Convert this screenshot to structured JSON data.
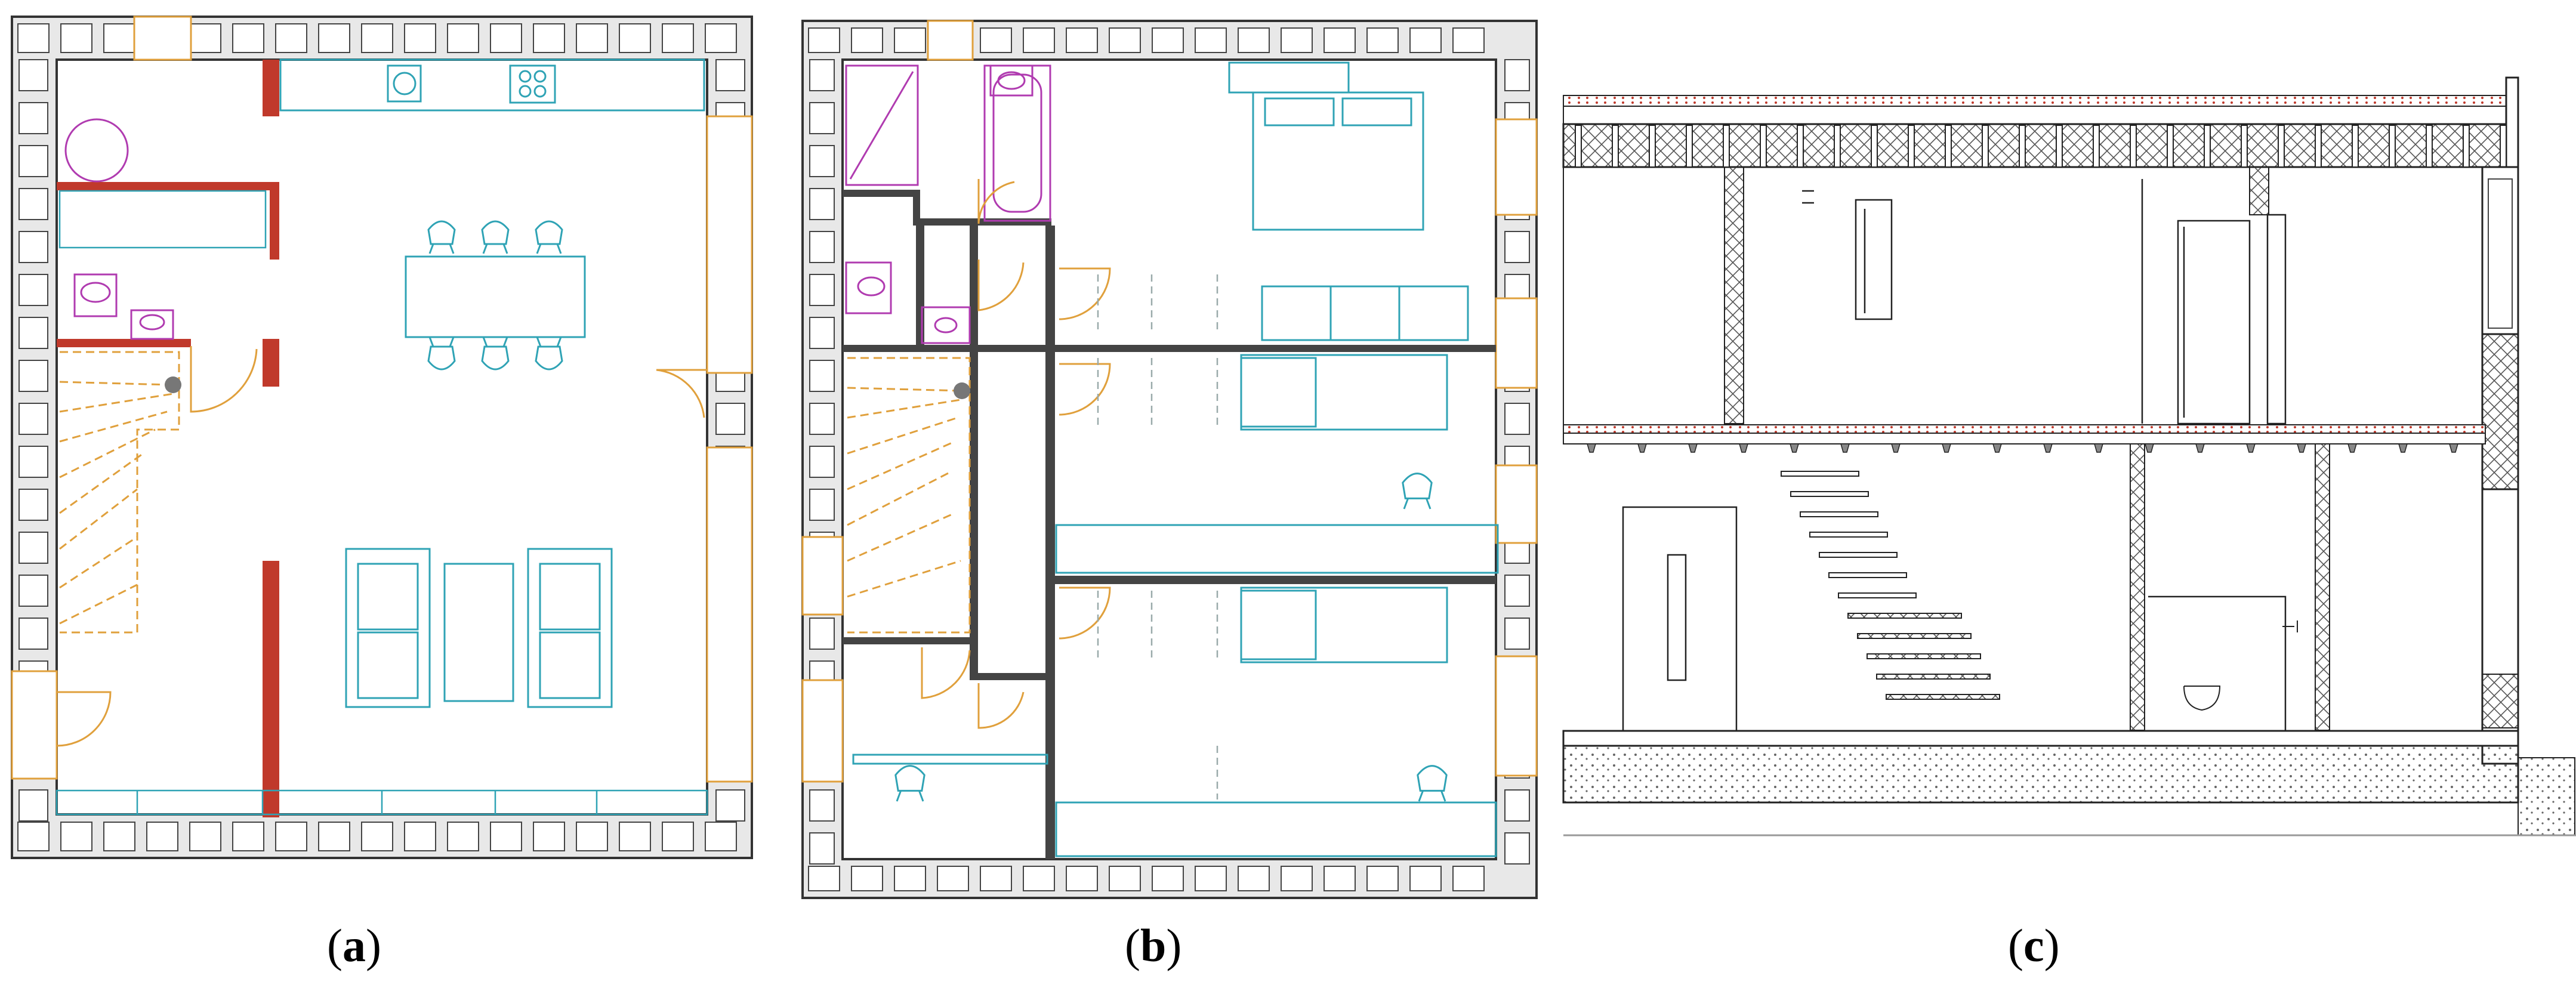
{
  "panels": [
    {
      "id": "a",
      "caption_open": "(",
      "caption_letter": "a",
      "caption_close": ")"
    },
    {
      "id": "b",
      "caption_open": "(",
      "caption_letter": "b",
      "caption_close": ")"
    },
    {
      "id": "c",
      "caption_open": "(",
      "caption_letter": "c",
      "caption_close": ")"
    }
  ],
  "colors": {
    "wall": "#333333",
    "wall_fill": "#e6e6e6",
    "furniture": "#2fa3b5",
    "sanitary": "#b03bb0",
    "stairs": "#e0a03c",
    "openings": "#e0a03c",
    "partition_red": "#c0392b",
    "section_line": "#222222",
    "hatch": "#777777",
    "ground": "#999999"
  }
}
